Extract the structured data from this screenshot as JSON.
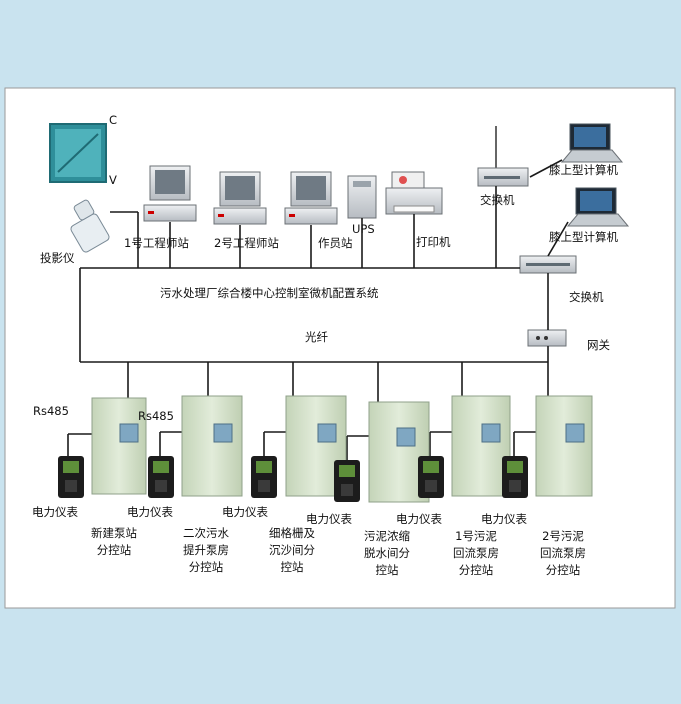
{
  "colors": {
    "background": "#c9e3ef",
    "panel": "#ffffff",
    "line": "#1a1a1a",
    "cabinet": "#d9e4cf",
    "cabinet_screen": "#7fa7c2",
    "meter_body": "#1c1c1c",
    "meter_screen": "#5e8f3a"
  },
  "labels": {
    "projector_screen_c": "C",
    "projector_screen_v": "V",
    "projector": "投影仪",
    "engineer1": "1号工程师站",
    "engineer2": "2号工程师站",
    "operator": "作员站",
    "ups": "UPS",
    "printer": "打印机",
    "switch_top": "交换机",
    "laptop1": "膝上型计算机",
    "laptop2": "膝上型计算机",
    "switch_mid": "交换机",
    "gateway": "网关",
    "system_title": "污水处理厂综合楼中心控制室微机配置系统",
    "fiber": "光纤",
    "rs485_left": "Rs485",
    "rs485_right": "Rs485"
  },
  "meters": [
    {
      "label": "电力仪表"
    },
    {
      "label": "电力仪表"
    },
    {
      "label": "电力仪表"
    },
    {
      "label": "电力仪表"
    },
    {
      "label": "电力仪表"
    },
    {
      "label": "电力仪表"
    }
  ],
  "stations": [
    {
      "label": "新建泵站\n分控站"
    },
    {
      "label": "二次污水\n提升泵房\n分控站"
    },
    {
      "label": "细格栅及\n沉沙间分\n控站"
    },
    {
      "label": "污泥浓缩\n脱水间分\n控站"
    },
    {
      "label": "1号污泥\n回流泵房\n分控站"
    },
    {
      "label": "2号污泥\n回流泵房\n分控站"
    }
  ]
}
